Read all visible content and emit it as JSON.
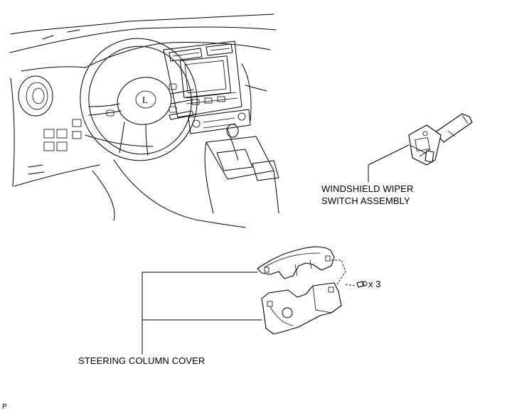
{
  "labels": {
    "wiper_line1": "WINDSHIELD WIPER",
    "wiper_line2": "SWITCH ASSEMBLY",
    "column_cover": "STEERING COLUMN COVER",
    "screw_qty": "x 3",
    "figure_code": "P"
  }
}
